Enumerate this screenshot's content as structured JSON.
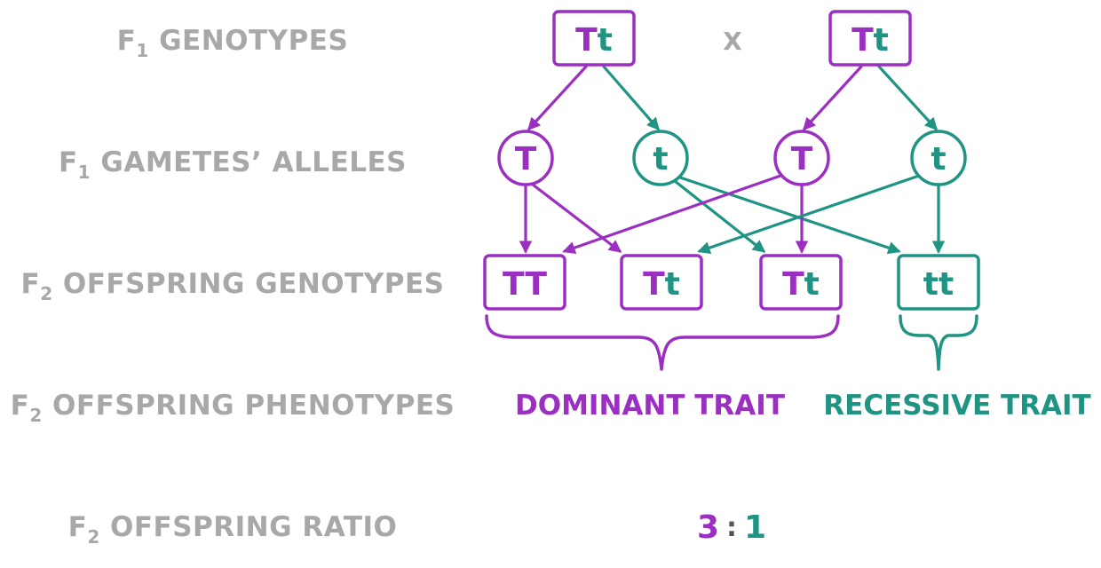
{
  "colors": {
    "dominant": "#9b2fc2",
    "recessive": "#1f9483",
    "label": "#a8a8a8",
    "separator": "#555555"
  },
  "rows": {
    "f1_genotypes": {
      "prefix": "F",
      "sub": "1",
      "text": " GENOTYPES"
    },
    "f1_gametes": {
      "prefix": "F",
      "sub": "1",
      "text": " GAMETES’ ALLELES"
    },
    "f2_genotypes": {
      "prefix": "F",
      "sub": "2",
      "text": " OFFSPRING GENOTYPES"
    },
    "f2_phenotypes": {
      "prefix": "F",
      "sub": "2",
      "text": " OFFSPRING PHENOTYPES"
    },
    "f2_ratio": {
      "prefix": "F",
      "sub": "2",
      "text": " OFFSPRING RATIO"
    }
  },
  "cross_symbol": "X",
  "parents": [
    {
      "dominant": "T",
      "recessive": "t"
    },
    {
      "dominant": "T",
      "recessive": "t"
    }
  ],
  "gametes": [
    {
      "allele": "T",
      "type": "dominant"
    },
    {
      "allele": "t",
      "type": "recessive"
    },
    {
      "allele": "T",
      "type": "dominant"
    },
    {
      "allele": "t",
      "type": "recessive"
    }
  ],
  "offspring": [
    {
      "a1": "T",
      "a1_type": "dominant",
      "a2": "T",
      "a2_type": "dominant",
      "box_type": "dominant"
    },
    {
      "a1": "T",
      "a1_type": "dominant",
      "a2": "t",
      "a2_type": "recessive",
      "box_type": "dominant"
    },
    {
      "a1": "T",
      "a1_type": "dominant",
      "a2": "t",
      "a2_type": "recessive",
      "box_type": "dominant"
    },
    {
      "a1": "t",
      "a1_type": "recessive",
      "a2": "t",
      "a2_type": "recessive",
      "box_type": "recessive"
    }
  ],
  "phenotypes": {
    "dominant": "DOMINANT TRAIT",
    "recessive": "RECESSIVE TRAIT"
  },
  "ratio": {
    "dominant": "3",
    "separator": ":",
    "recessive": "1"
  }
}
